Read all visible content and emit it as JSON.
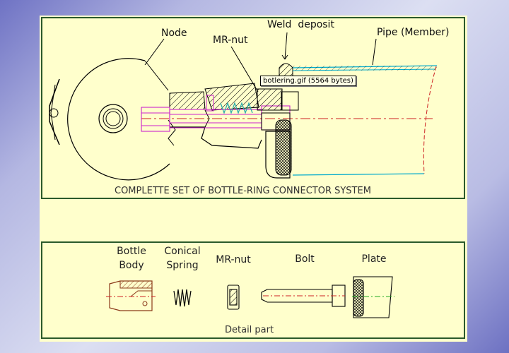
{
  "top": {
    "labels": {
      "node": "Node",
      "mr_nut": "MR-nut",
      "weld_deposit": "Weld  deposit",
      "pipe": "Pipe (Member)"
    },
    "caption": "COMPLETTE SET OF BOTTLE-RING CONNECTOR SYSTEM",
    "tooltip": "botlering.gif (5564 bytes)"
  },
  "bottom": {
    "parts": [
      {
        "line1": "Bottle",
        "line2": "Body"
      },
      {
        "line1": "Conical",
        "line2": "Spring"
      },
      {
        "line1": "MR-nut",
        "line2": ""
      },
      {
        "line1": "Bolt",
        "line2": ""
      },
      {
        "line1": "Plate",
        "line2": ""
      }
    ],
    "caption": "Detail part"
  },
  "colors": {
    "sheet": "#ffffcc",
    "frame": "#2b5a2b",
    "outline": "#000000",
    "bolt": "#cc22cc",
    "spring": "#22aaaa",
    "pipe": "#00aacc",
    "centerline": "#cc2222",
    "body": "#8b3a1a"
  }
}
